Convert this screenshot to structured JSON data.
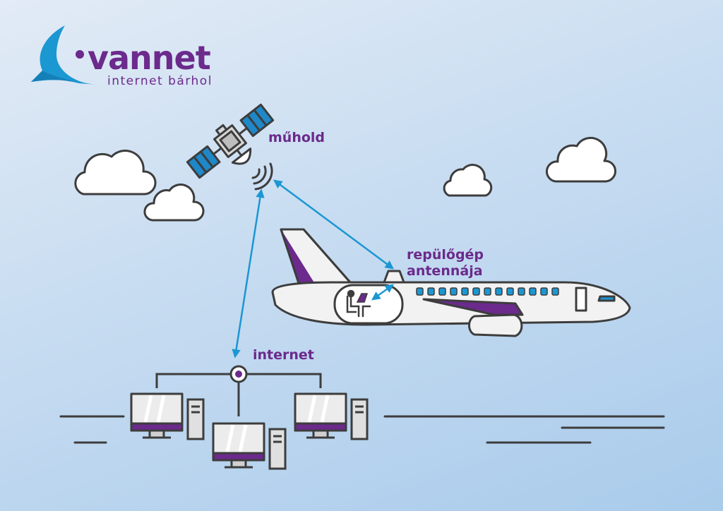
{
  "brand": {
    "name": "vannet",
    "tagline": "internet bárhol"
  },
  "labels": {
    "satellite": "műhold",
    "antenna_line1": "repülőgép",
    "antenna_line2": "antennája",
    "internet": "internet"
  },
  "colors": {
    "background_top": "#e2ebf6",
    "background_bottom": "#a9cbeb",
    "accent_purple": "#6b2a8c",
    "accent_blue": "#1b97d2",
    "outline": "#3d3d3d",
    "cloud_fill": "#ffffff",
    "solar_panel": "#1e88c8",
    "airplane_body": "#f2f2f2",
    "screen": "#ececec"
  },
  "icons": [
    "logo-arc-icon",
    "satellite-icon",
    "signal-icon",
    "cloud-icon",
    "airplane-icon",
    "passenger-icon",
    "laptop-icon",
    "computer-icon",
    "tower-case-icon",
    "network-hub-icon",
    "double-arrow-icon"
  ]
}
